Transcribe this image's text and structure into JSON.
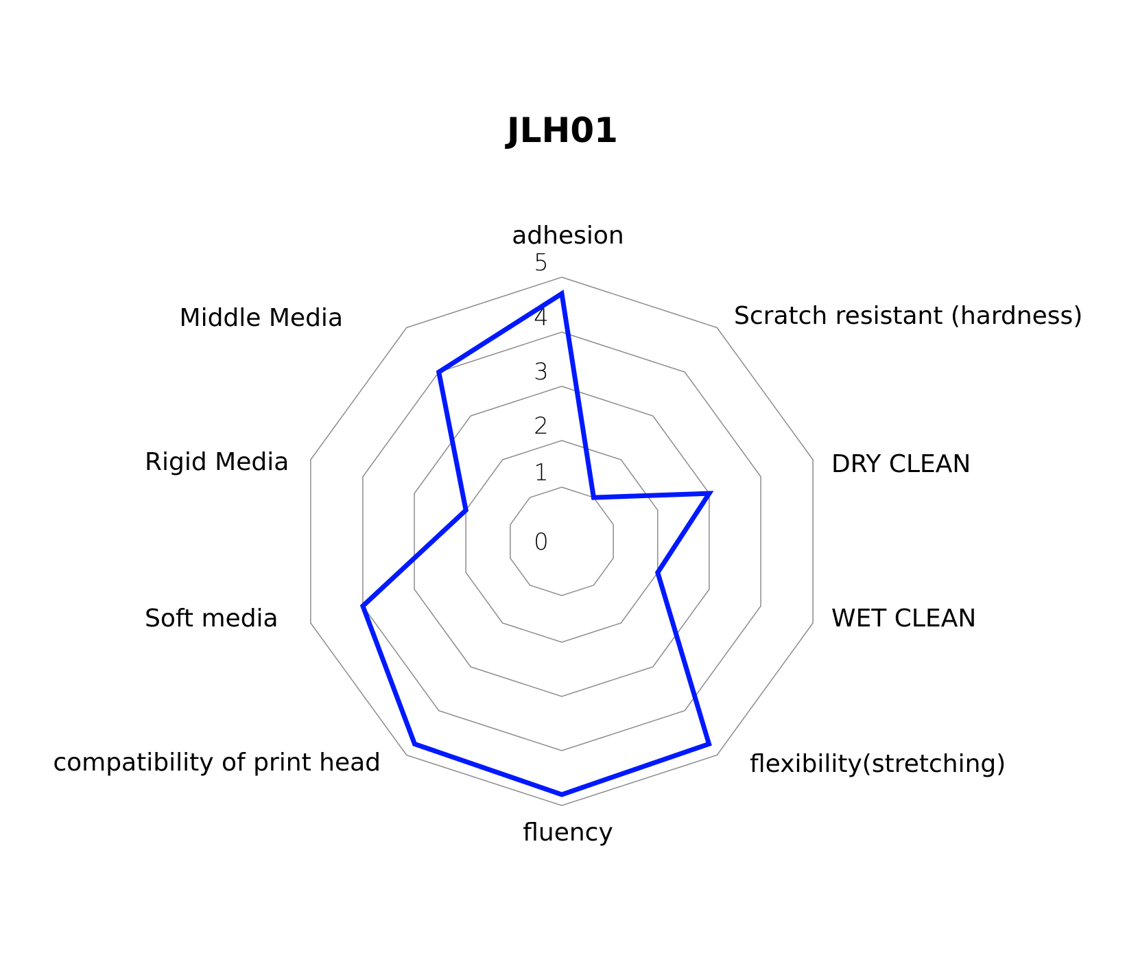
{
  "chart_data": {
    "type": "radar",
    "title": "JLH01",
    "categories": [
      "adhesion",
      "Scratch resistant (hardness)",
      "DRY CLEAN",
      "WET CLEAN",
      "flexibility(stretching)",
      "fluency",
      "compatibility of print head",
      "Soft media",
      "Rigid Media",
      "Middle Media"
    ],
    "series": [
      {
        "name": "JLH01",
        "color": "#0019ff",
        "values": [
          4.7,
          1,
          3,
          2,
          4.75,
          4.8,
          4.75,
          4,
          2,
          4
        ]
      }
    ],
    "radial_ticks": [
      "0",
      "1",
      "2",
      "3",
      "4",
      "5"
    ],
    "rlim": [
      0,
      5
    ],
    "grid": true,
    "grid_color": "#8c8c8c",
    "legend": "none"
  }
}
